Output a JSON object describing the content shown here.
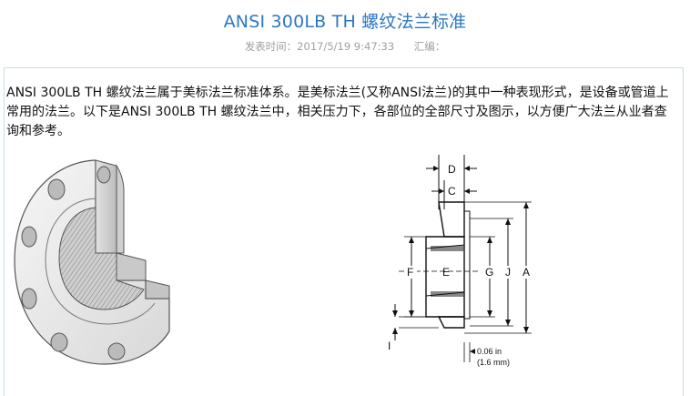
{
  "article": {
    "title": "ANSI 300LB TH 螺纹法兰标准",
    "meta_time": "发表时间：2017/5/19 9:47:33",
    "meta_editor": "汇编：",
    "intro": "ANSI 300LB TH 螺纹法兰属于美标法兰标准体系。是美标法兰(又称ANSI法兰)的其中一种表现形式，是设备或管道上常用的法兰。以下是ANSI 300LB TH 螺纹法兰中，相关压力下，各部位的全部尺寸及图示，以方便广大法兰从业者查询和参考。"
  },
  "drawing": {
    "labels": {
      "d": "D",
      "c": "C",
      "f": "F",
      "e": "E",
      "g": "G",
      "j": "J",
      "a": "A",
      "i": "I",
      "note_line1": "0.06 in",
      "note_line2": "(1.6 mm)"
    }
  }
}
